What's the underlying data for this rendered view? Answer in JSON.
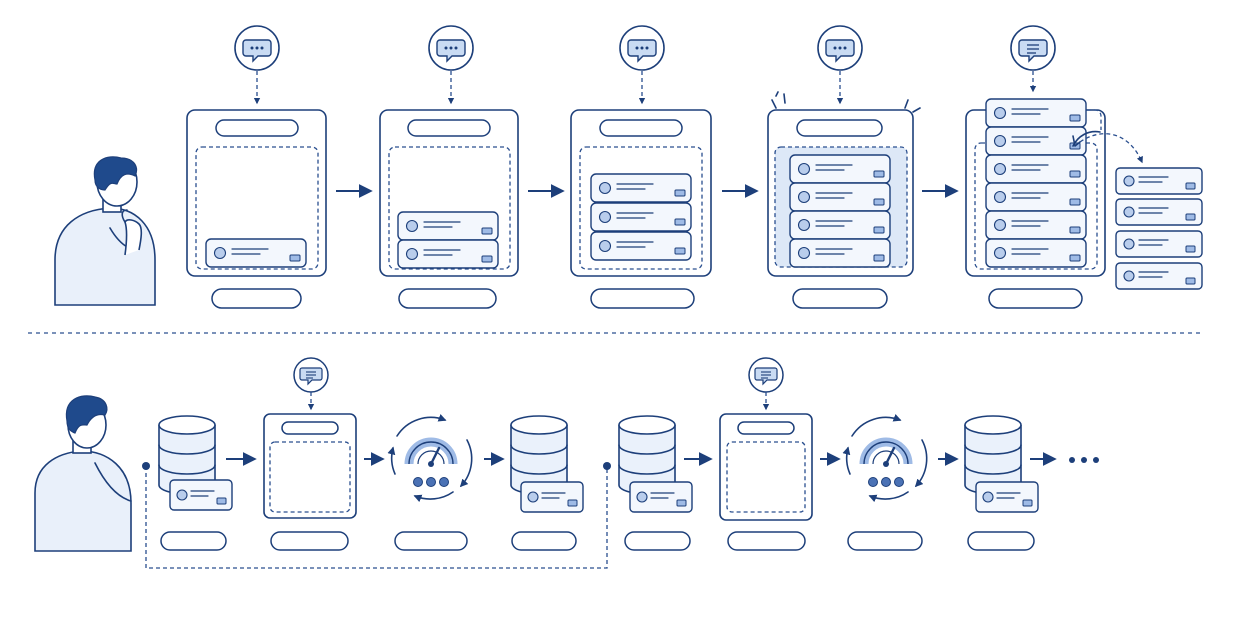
{
  "colors": {
    "ink": "#1d3f7a",
    "accent": "#1f4a8c",
    "fill_light": "#eaf1fb",
    "chip": "#9fbbe6"
  },
  "icons": [
    "person-icon",
    "chat-bubble-icon",
    "database-icon",
    "gauge-icon",
    "record-card-icon",
    "ellipsis-icon"
  ],
  "top_row": {
    "stages": [
      {
        "cards": 1
      },
      {
        "cards": 2
      },
      {
        "cards": 3
      },
      {
        "cards": 4,
        "highlight": true
      },
      {
        "cards": 6,
        "overflow_cards": 4
      }
    ]
  },
  "bottom_row": {
    "cycles": 2,
    "steps_per_cycle": [
      "database",
      "context-box",
      "gauge",
      "database"
    ]
  }
}
